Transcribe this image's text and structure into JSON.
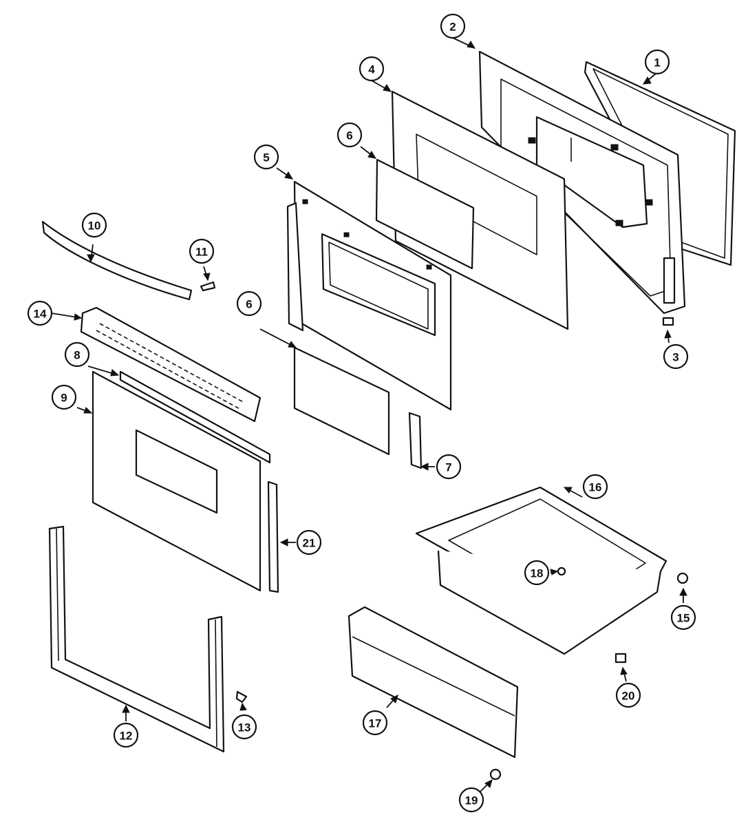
{
  "diagram": {
    "type": "exploded-parts-diagram",
    "callouts": [
      {
        "id": "callout-1",
        "label": "1"
      },
      {
        "id": "callout-2",
        "label": "2"
      },
      {
        "id": "callout-3",
        "label": "3"
      },
      {
        "id": "callout-4",
        "label": "4"
      },
      {
        "id": "callout-5",
        "label": "5"
      },
      {
        "id": "callout-6a",
        "label": "6"
      },
      {
        "id": "callout-6b",
        "label": "6"
      },
      {
        "id": "callout-7",
        "label": "7"
      },
      {
        "id": "callout-8",
        "label": "8"
      },
      {
        "id": "callout-9",
        "label": "9"
      },
      {
        "id": "callout-10",
        "label": "10"
      },
      {
        "id": "callout-11",
        "label": "11"
      },
      {
        "id": "callout-12",
        "label": "12"
      },
      {
        "id": "callout-13",
        "label": "13"
      },
      {
        "id": "callout-14",
        "label": "14"
      },
      {
        "id": "callout-15",
        "label": "15"
      },
      {
        "id": "callout-16",
        "label": "16"
      },
      {
        "id": "callout-17",
        "label": "17"
      },
      {
        "id": "callout-18",
        "label": "18"
      },
      {
        "id": "callout-19",
        "label": "19"
      },
      {
        "id": "callout-20",
        "label": "20"
      },
      {
        "id": "callout-21",
        "label": "21"
      }
    ]
  }
}
